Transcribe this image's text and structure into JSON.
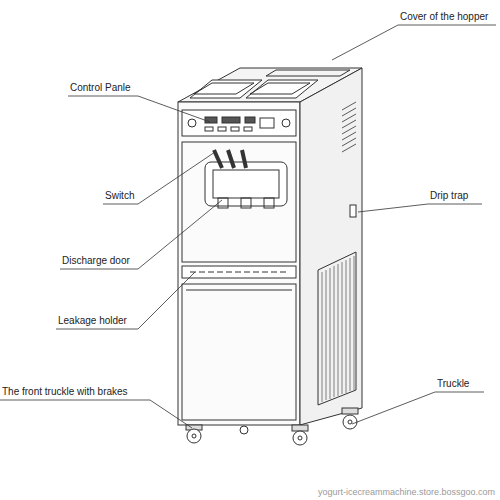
{
  "diagram": {
    "labels": [
      "Cover of the hopper",
      "Control Panle",
      "Switch",
      "Drip trap",
      "Discharge door",
      "Leakage holder",
      "The front truckle with brakes",
      "Truckle",
      "yogurt-icecreammachine.store.bossgoo.com"
    ]
  }
}
